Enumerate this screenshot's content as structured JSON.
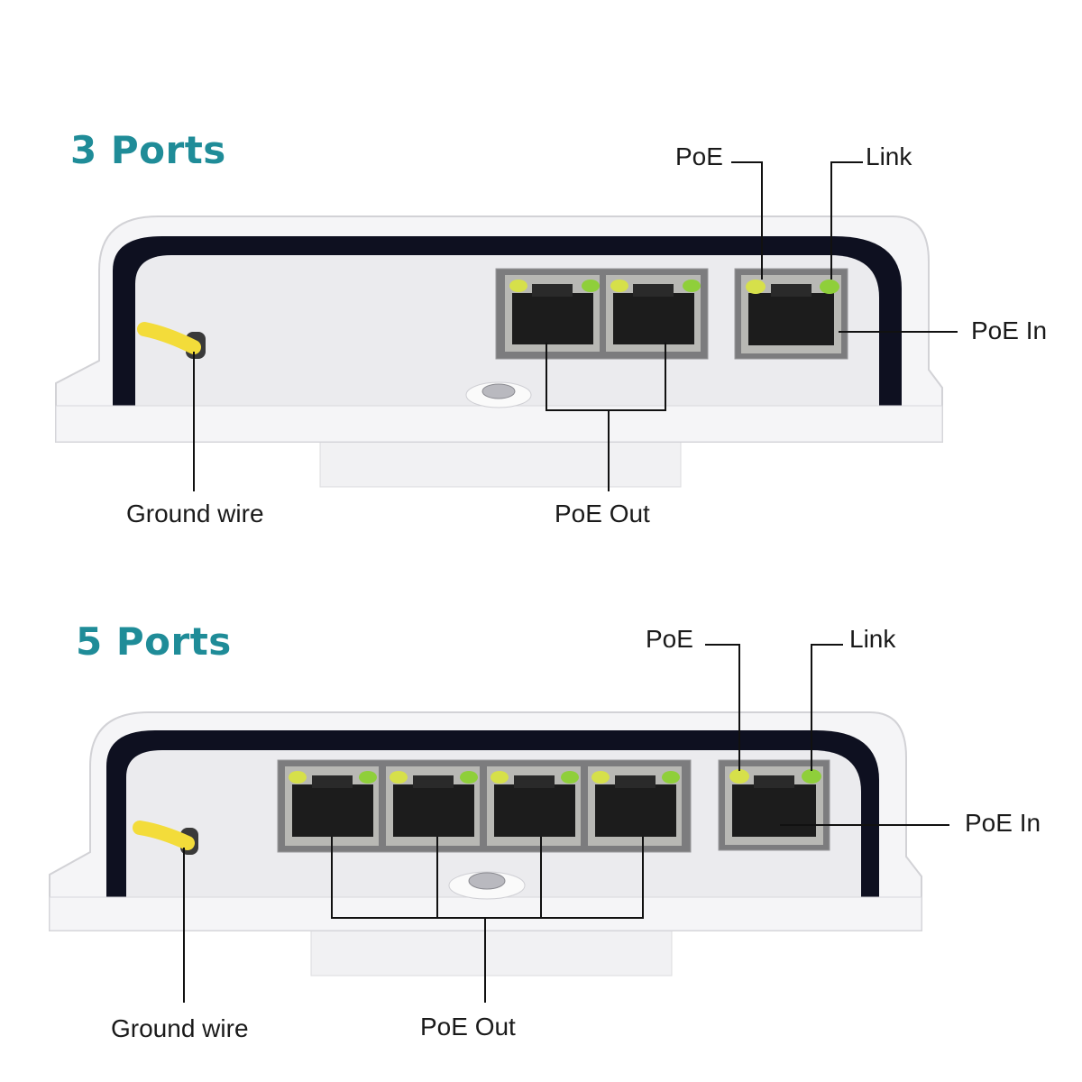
{
  "sections": [
    {
      "heading": "3 Ports",
      "labels": {
        "poe_led": "PoE",
        "link_led": "Link",
        "poe_in": "PoE In",
        "ground_wire": "Ground wire",
        "poe_out": "PoE Out"
      },
      "poe_out_port_count": 2,
      "poe_in_port_count": 1
    },
    {
      "heading": "5 Ports",
      "labels": {
        "poe_led": "PoE",
        "link_led": "Link",
        "poe_in": "PoE In",
        "ground_wire": "Ground wire",
        "poe_out": "PoE Out"
      },
      "poe_out_port_count": 4,
      "poe_in_port_count": 1
    }
  ],
  "colors": {
    "heading": "#1f8c98",
    "label": "#1a1a1a",
    "housing": "#f4f4f6",
    "panel": "#e9e9ec",
    "port_body": "#3a3a3a",
    "led_yellow": "#d6e04a",
    "led_green": "#8fcf3a",
    "ground_wire": "#f3dc3a"
  }
}
